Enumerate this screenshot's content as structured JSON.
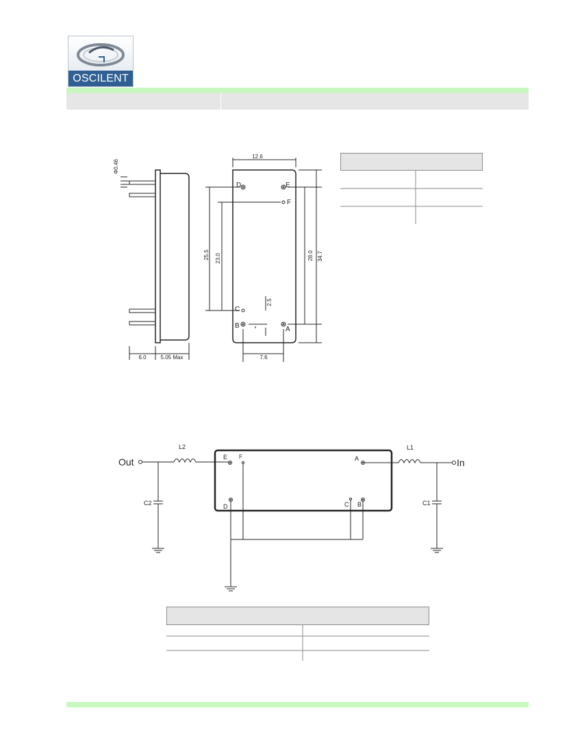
{
  "header": {
    "logo_text": "OSCILENT",
    "accent_green": "#c9f7c0",
    "header_gray": "#e6e6e6",
    "logo_blue": "#2f5f93"
  },
  "mechanical_drawing": {
    "pin_diameter": "Φ0.46",
    "width_top": "12.6",
    "dim_25_5": "25.5",
    "dim_23_0": "23.0",
    "dim_2_5": "2.5",
    "dim_28_0": "28.0",
    "dim_34_7": "34.7",
    "dim_6_0": "6.0",
    "dim_max_height": "5.05 Max",
    "dim_7_6": "7.6",
    "pins": [
      "A",
      "B",
      "C",
      "D",
      "E",
      "F"
    ]
  },
  "schematic": {
    "out_label": "Out",
    "in_label": "In",
    "inductor_left": "L2",
    "inductor_right": "L1",
    "cap_left": "C2",
    "cap_right": "C1",
    "pins": [
      "E",
      "F",
      "A",
      "D",
      "C",
      "B"
    ]
  },
  "top_table": {
    "header": "",
    "rows": [
      [
        "",
        ""
      ],
      [
        "",
        ""
      ],
      [
        "",
        ""
      ]
    ]
  },
  "bottom_table": {
    "header": "",
    "rows": [
      [
        "",
        ""
      ],
      [
        "",
        ""
      ],
      [
        "",
        ""
      ]
    ]
  }
}
